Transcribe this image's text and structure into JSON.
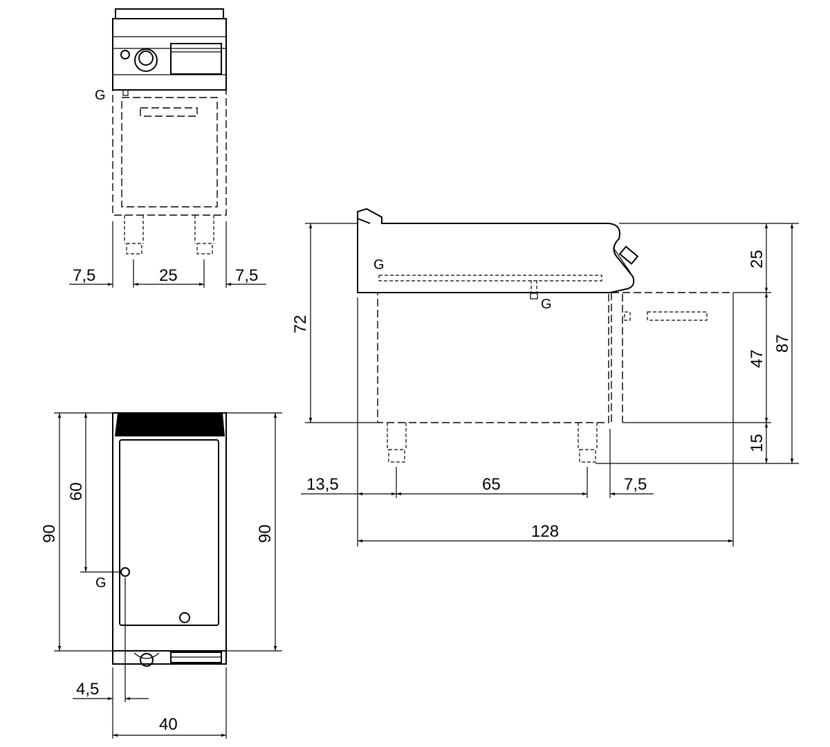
{
  "drawing": {
    "front_view": {
      "left_offset": "7,5",
      "leg_spacing": "25",
      "right_offset": "7,5",
      "gas_label": "G"
    },
    "side_view": {
      "height_to_cabinet": "72",
      "top_height": "25",
      "cabinet_height": "47",
      "leg_height": "15",
      "total_height": "87",
      "front_offset": "13,5",
      "leg_spacing": "65",
      "rear_offset": "7,5",
      "total_depth": "128",
      "gas_label_top": "G",
      "gas_label_bottom": "G"
    },
    "plan_view": {
      "depth_left": "90",
      "gas_position": "60",
      "depth_right": "90",
      "gas_offset": "4,5",
      "width": "40",
      "gas_label": "G"
    }
  }
}
